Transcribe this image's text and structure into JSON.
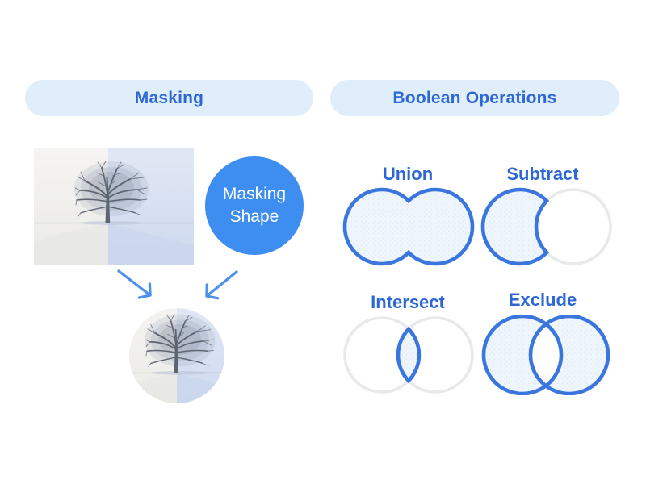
{
  "page": {
    "background": "#FFFFFF"
  },
  "colors": {
    "pill_background": "#E0EEFC",
    "heading_text": "#2D67D6",
    "shape_stroke_blue": "#3A76DE",
    "shape_fill_light_blue": "#EEF5FC",
    "ghost_circle_gray": "#E8E9EA",
    "masking_shape_blue": "#3E8EF2",
    "arrow_blue": "#4C92EC"
  },
  "masking_section": {
    "title": "Masking",
    "shape_label": {
      "line1": "Masking",
      "line2": "Shape"
    }
  },
  "boolean_section": {
    "title": "Boolean Operations",
    "operations": [
      {
        "label": "Union"
      },
      {
        "label": "Subtract"
      },
      {
        "label": "Intersect"
      },
      {
        "label": "Exclude"
      }
    ]
  }
}
